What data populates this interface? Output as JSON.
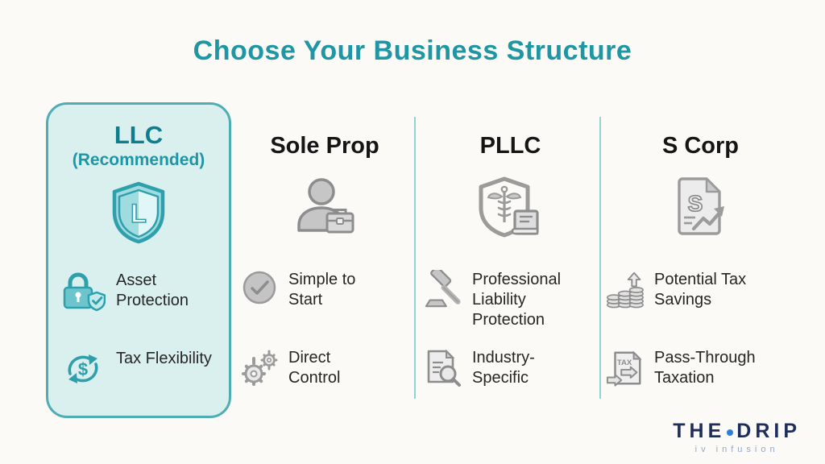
{
  "page": {
    "title": "Choose Your Business Structure",
    "accent_color": "#1e96a4",
    "background_color": "#fbfaf6",
    "card_background": "#d9f0ee",
    "card_border_color": "#4fadb5",
    "divider_color": "#8fd4d2",
    "teal_icon_color": "#2e9fab",
    "gray_icon_color": "#9b9b9b"
  },
  "columns": [
    {
      "id": "llc",
      "title": "LLC",
      "subtitle": "(Recommended)",
      "recommended": true,
      "main_icon": "shield-l-icon",
      "features": [
        {
          "icon": "lock-shield-icon",
          "label": "Asset Protection"
        },
        {
          "icon": "cycle-dollar-icon",
          "label": "Tax Flexibility"
        }
      ]
    },
    {
      "id": "sole-prop",
      "title": "Sole Prop",
      "recommended": false,
      "main_icon": "person-briefcase-icon",
      "features": [
        {
          "icon": "check-circle-icon",
          "label": "Simple to Start"
        },
        {
          "icon": "gears-icon",
          "label": "Direct Control"
        }
      ]
    },
    {
      "id": "pllc",
      "title": "PLLC",
      "recommended": false,
      "main_icon": "medical-shield-book-icon",
      "features": [
        {
          "icon": "gavel-icon",
          "label": "Professional Liability Protection"
        },
        {
          "icon": "document-magnifier-icon",
          "label": "Industry-Specific"
        }
      ]
    },
    {
      "id": "s-corp",
      "title": "S Corp",
      "recommended": false,
      "main_icon": "s-document-growth-icon",
      "features": [
        {
          "icon": "coins-up-arrow-icon",
          "label": "Potential Tax Savings"
        },
        {
          "icon": "tax-passthrough-icon",
          "label": "Pass-Through Taxation"
        }
      ]
    }
  ],
  "logo": {
    "brand_left": "THE",
    "brand_right": "DRIP",
    "tagline": "iv infusion",
    "brand_color": "#1f2d5a",
    "dot_color": "#2f7fd6"
  }
}
